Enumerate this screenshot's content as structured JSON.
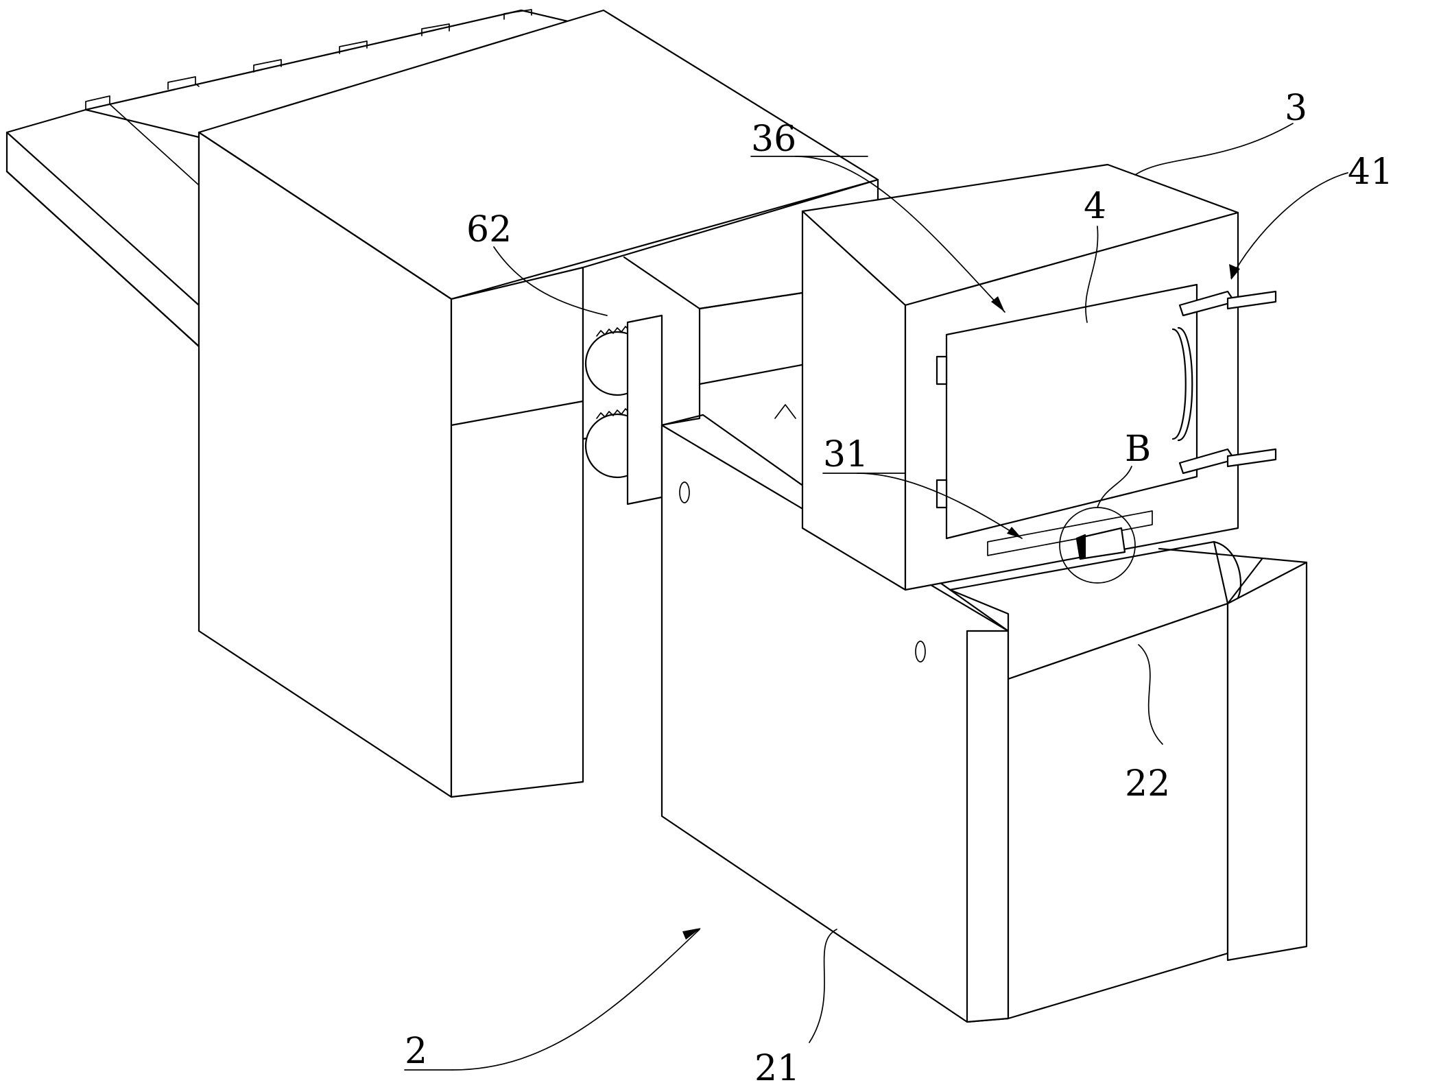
{
  "figure": {
    "labels": {
      "l2": "2",
      "l3": "3",
      "l4": "4",
      "l21": "21",
      "l22": "22",
      "l31": "31",
      "l36": "36",
      "l41": "41",
      "l62": "62",
      "lB": "B"
    }
  },
  "colors": {
    "line": "#000000",
    "background": "#ffffff"
  }
}
